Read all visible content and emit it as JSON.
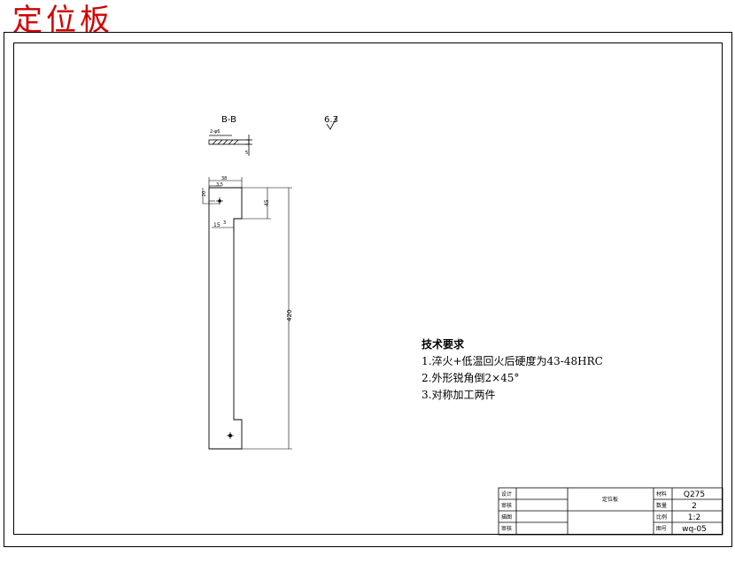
{
  "drawing_title": "定位板",
  "section_label": "B-B",
  "surface_finish": "6.3",
  "dimensions": {
    "hole_callout": "2-φ6",
    "thickness": "5",
    "width_top": "38",
    "offset_a": "3.5",
    "offset_b": "20",
    "step_height": "45",
    "step_width": "15",
    "step_chamfer": "3",
    "total_length": "420"
  },
  "technical_requirements": {
    "heading": "技术要求",
    "items": [
      "1.淬火+低温回火后硬度为43-48HRC",
      "2.外形锐角倒2×45°",
      "3.对称加工两件"
    ]
  },
  "title_block": {
    "left_labels": [
      "设计",
      "审核",
      "描图",
      "审核"
    ],
    "part_name": "定位板",
    "material_label": "材料",
    "material": "Q275",
    "quantity_label": "数量",
    "quantity": "2",
    "scale_label": "比例",
    "scale": "1:2",
    "drawing_no_label": "图号",
    "drawing_no": "wq-05"
  }
}
